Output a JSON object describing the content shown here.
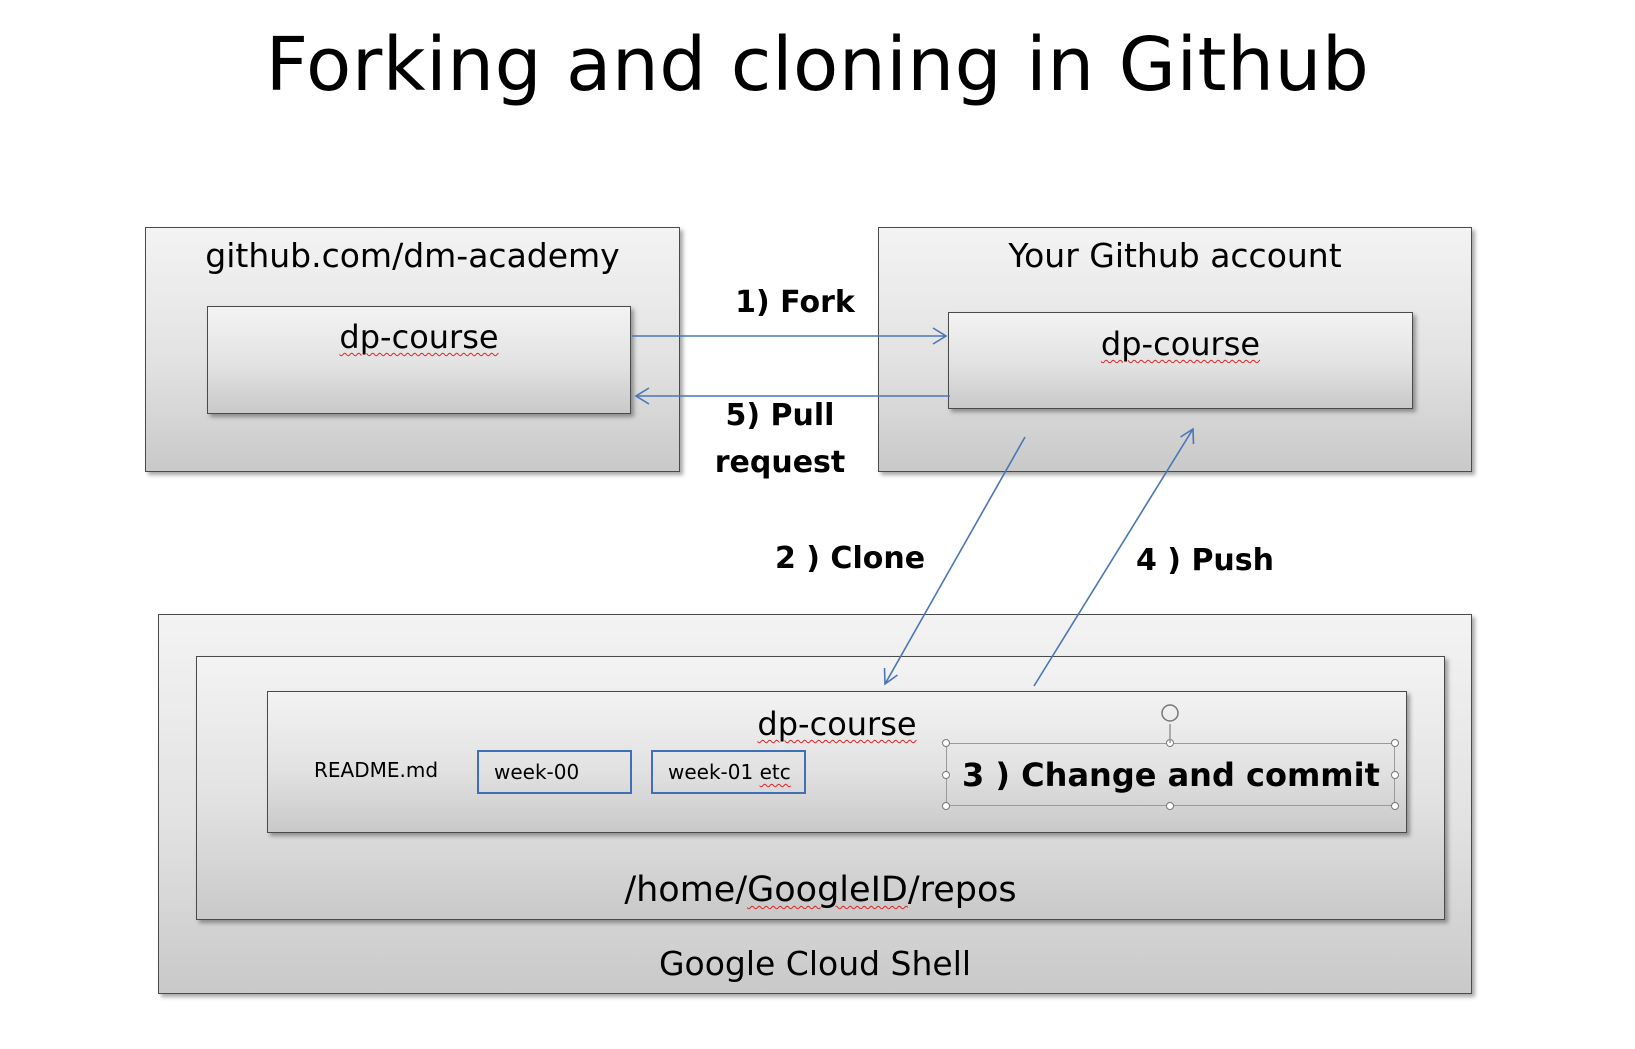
{
  "title": "Forking and cloning in Github",
  "upstream": {
    "header": "github.com/dm-academy",
    "repo": "dp-course"
  },
  "account": {
    "header": "Your Github account",
    "repo": "dp-course"
  },
  "cloud": {
    "footer": "Google Cloud Shell",
    "repos_label": "/home/GoogleID/repos",
    "repo": "dp-course",
    "files": [
      "README.md",
      "week-00",
      "week-01 etc"
    ]
  },
  "steps": {
    "fork": "1) Fork",
    "clone": "2 ) Clone",
    "commit": "3 ) Change and commit",
    "push": "4 ) Push",
    "pull_line1": "5) Pull",
    "pull_line2": "request"
  },
  "colors": {
    "arrow": "#4a76b8",
    "folder_border": "#3f6fb5",
    "box_border": "#4a4a4a"
  }
}
